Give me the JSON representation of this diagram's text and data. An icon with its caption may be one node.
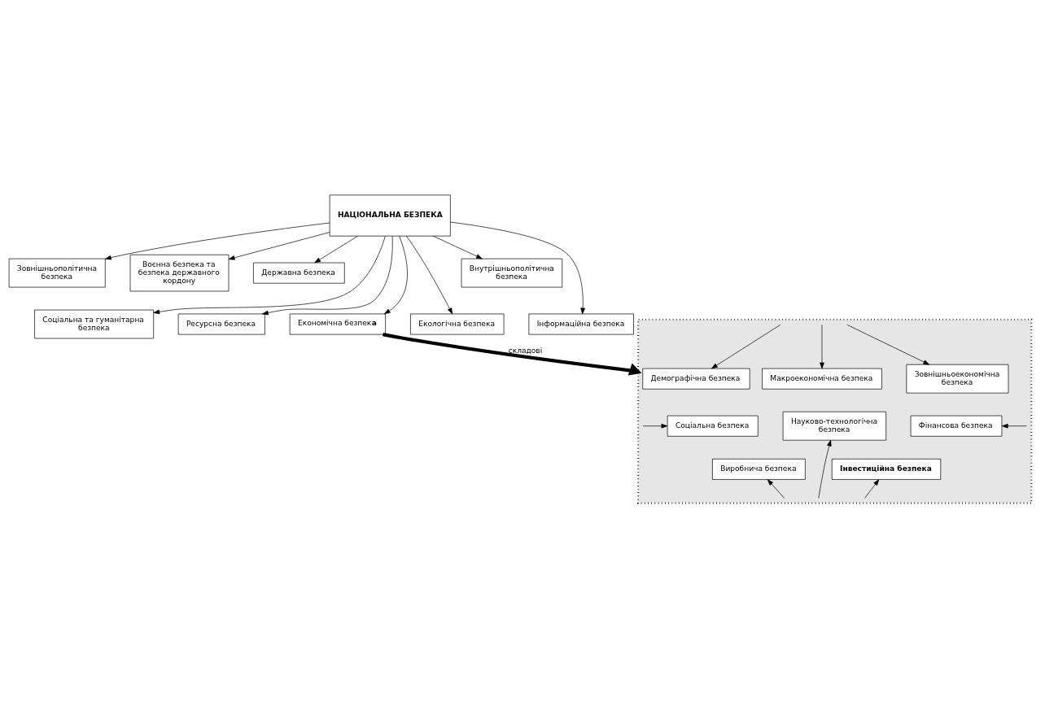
{
  "diagram": {
    "nodes": [
      {
        "text": [
          "НАЦІОНАЛЬНА БЕЗПЕКА"
        ]
      },
      {
        "text": [
          "Зовнішньополітична безпека"
        ]
      },
      {
        "text": [
          "Воєнна безпека та безпека державного кордону"
        ]
      },
      {
        "text": [
          "Державна безпека"
        ]
      },
      {
        "text": [
          "Внутрішньополітична безпека"
        ]
      },
      {
        "text": [
          "Соціальна та гуманітарна безпека"
        ]
      },
      {
        "text": [
          "Ресурсна безпека"
        ]
      },
      {
        "text": [
          "Економічна безпек**а**"
        ]
      },
      {
        "text": [
          "Екологічна безпека"
        ]
      },
      {
        "text": [
          "Інформаційна безпека"
        ]
      },
      {
        "text": [],
        "shape": "box"
      },
      {
        "text": [
          "Макроекономічна безпека"
        ],
        "in": 10
      },
      {
        "text": [
          "Зовнішньоекономічна безпека"
        ],
        "in": 10
      },
      {
        "text": [
          "Демографічна безпека"
        ],
        "in": 10
      },
      {
        "text": [
          "Соціальна безпека"
        ],
        "in": 10
      },
      {
        "text": [
          "Науково-технологічна безпека"
        ],
        "in": 10
      },
      {
        "text": [
          "Фінансова безпека"
        ],
        "in": 10
      },
      {
        "text": [
          "Виробнича безпека"
        ],
        "in": 10
      },
      {
        "text": [
          "Інвестиційна безпека"
        ],
        "in": 10
      }
    ],
    "edges": [
      {
        "from": 0,
        "to": 1,
        "arrow": "to"
      },
      {
        "from": 0,
        "to": 2,
        "arrow": "to"
      },
      {
        "from": 0,
        "to": 3,
        "arrow": "to"
      },
      {
        "from": 0,
        "to": 4,
        "arrow": "to"
      },
      {
        "from": 0,
        "to": 5,
        "arrow": "to"
      },
      {
        "from": 0,
        "to": 6,
        "arrow": "to"
      },
      {
        "from": 0,
        "to": 7,
        "arrow": "to"
      },
      {
        "from": 0,
        "to": 8,
        "arrow": "to"
      },
      {
        "from": 0,
        "to": 9,
        "arrow": "to"
      },
      {
        "from": 7,
        "to": 10,
        "arrow": "to",
        "label": "складові",
        "style": "thick"
      },
      {
        "from": 10,
        "to": 11,
        "arrow": "to"
      },
      {
        "from": 10,
        "to": 12,
        "arrow": "to"
      },
      {
        "from": 10,
        "to": 13,
        "arrow": "to"
      },
      {
        "from": 10,
        "to": 14,
        "arrow": "to"
      },
      {
        "from": 10,
        "to": 16,
        "arrow": "to"
      },
      {
        "from": 10,
        "to": 17,
        "arrow": "to"
      },
      {
        "from": 10,
        "to": 15,
        "arrow": "to"
      },
      {
        "from": 10,
        "to": 18,
        "arrow": "to"
      }
    ]
  }
}
